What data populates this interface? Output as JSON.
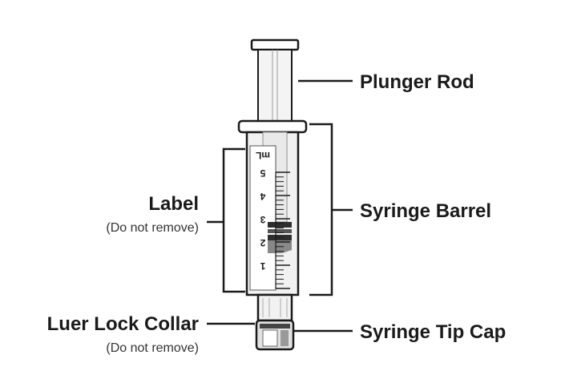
{
  "labels": {
    "plunger_rod": "Plunger Rod",
    "syringe_barrel": "Syringe Barrel",
    "label": "Label",
    "label_note": "(Do not remove)",
    "luer_lock_collar": "Luer Lock Collar",
    "luer_lock_note": "(Do not remove)",
    "syringe_tip_cap": "Syringe Tip Cap"
  },
  "scale": {
    "unit": "mL",
    "marks": [
      "5",
      "4",
      "3",
      "2",
      "1"
    ]
  },
  "colors": {
    "stroke": "#1a1a1a",
    "barrel_fill": "#f1f1f1",
    "label_fill": "#ffffff",
    "stopper": "#3a3a3a",
    "cap_fill": "#e2e2e2"
  }
}
